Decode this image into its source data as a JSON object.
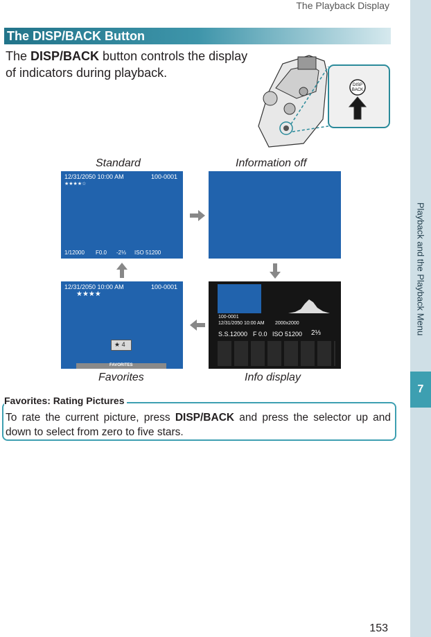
{
  "running_head": "The Playback Display",
  "side": {
    "label": "Playback and the Playback Menu",
    "chapter": "7"
  },
  "section": {
    "title": "The DISP/BACK Button"
  },
  "intro": {
    "pre": "The ",
    "button": "DISP/BACK",
    "post": " button controls the display of indicators during playback."
  },
  "illustration": {
    "button_label_1": "DISP",
    "button_label_2": "BACK"
  },
  "panels": {
    "standard": {
      "caption": "Standard",
      "datetime": "12/31/2050 10:00 AM",
      "frame": "100-0001",
      "stars": "★★★★☆",
      "bottom": [
        "1/12000",
        "F0.0",
        "-2⅓",
        "ISO 51200"
      ]
    },
    "info_off": {
      "caption": "Information off"
    },
    "favorites": {
      "caption": "Favorites",
      "datetime": "12/31/2050 10:00 AM",
      "frame": "100-0001",
      "stars": "★★★★",
      "rating": "★ 4",
      "bar": "FAVORITES"
    },
    "info_display": {
      "caption": "Info display",
      "frame": "100-0001",
      "datetime": "12/31/2050 10:00 AM",
      "size": "2000x2000",
      "ss_label": "S.S.",
      "ss": "12000",
      "f_label": "F",
      "f": "0.0",
      "iso_label": "ISO",
      "iso": "51200",
      "ev": "2⅓"
    }
  },
  "note": {
    "title": "Favorites: Rating Pictures",
    "pre": "To rate the current picture, press ",
    "button": "DISP/BACK",
    "post": " and press the selector up and down to select from zero to five stars."
  },
  "page_number": "153"
}
